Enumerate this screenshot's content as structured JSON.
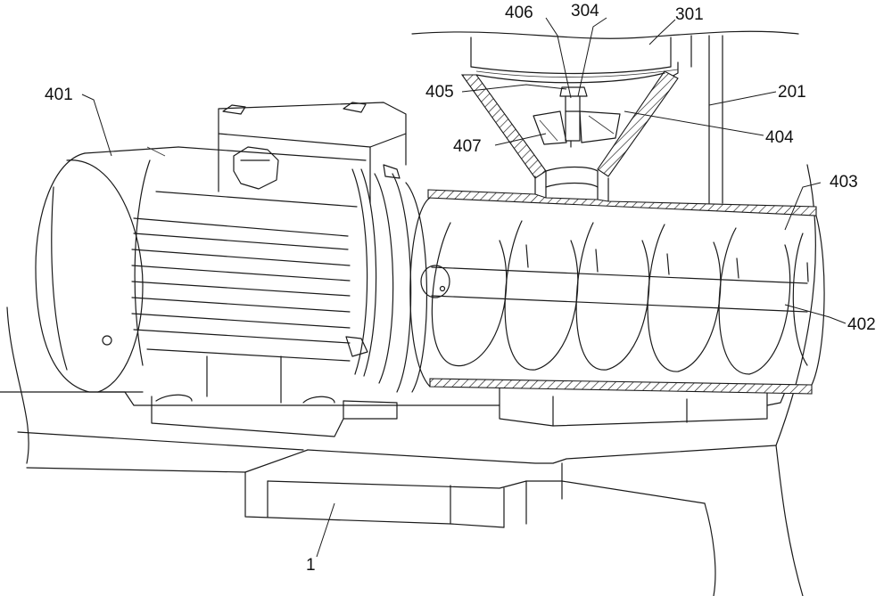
{
  "labels": {
    "l406": "406",
    "l304": "304",
    "l301": "301",
    "l405": "405",
    "l201": "201",
    "l401": "401",
    "l407": "407",
    "l404": "404",
    "l403": "403",
    "l402": "402",
    "l1": "1"
  }
}
